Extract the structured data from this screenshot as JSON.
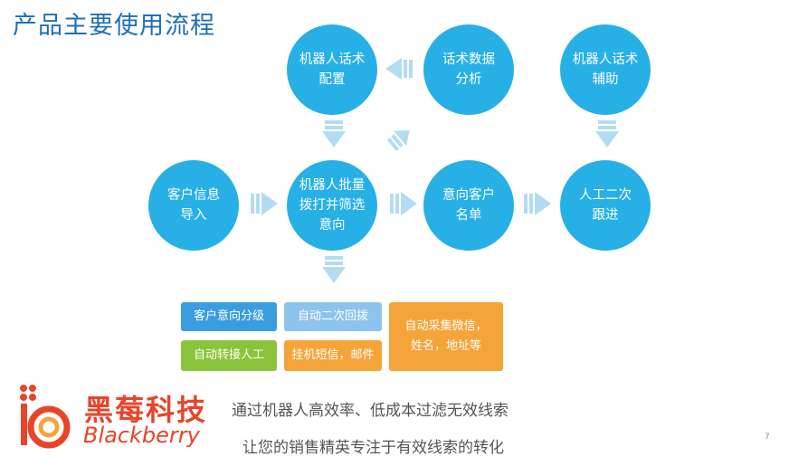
{
  "title": "产品主要使用流程",
  "nodes": {
    "robot_script_config": "机器人话术\n配置",
    "script_data_analysis": "话术数据\n分析",
    "robot_script_assist": "机器人话术\n辅助",
    "customer_import": "客户信息\n导入",
    "robot_batch_call": "机器人批量\n拨打并筛选\n意向",
    "intent_list": "意向客户\n名单",
    "manual_followup": "人工二次\n跟进"
  },
  "features": {
    "intent_grading": "客户意向分级",
    "auto_redial": "自动二次回拨",
    "auto_collect": "自动采集微信，\n姓名，地址等",
    "auto_transfer": "自动转接人工",
    "hangup_sms": "挂机短信，邮件"
  },
  "colors": {
    "circle": "#27b0e6",
    "arrow": "#b3dcf3",
    "blue_tag": "#3a9de0",
    "light_blue_tag": "#8cc4ef",
    "orange_tag": "#f5a43a",
    "green_tag": "#8ac43c",
    "brand": "#e8442a",
    "title": "#1f6fb5"
  },
  "slogans": {
    "line1": "通过机器人高效率、低成本过滤无效线索",
    "line2": "让您的销售精英专注于有效线索的转化"
  },
  "brand": {
    "cn": "黑莓科技",
    "en": "Blackberry"
  },
  "page_number": "7"
}
